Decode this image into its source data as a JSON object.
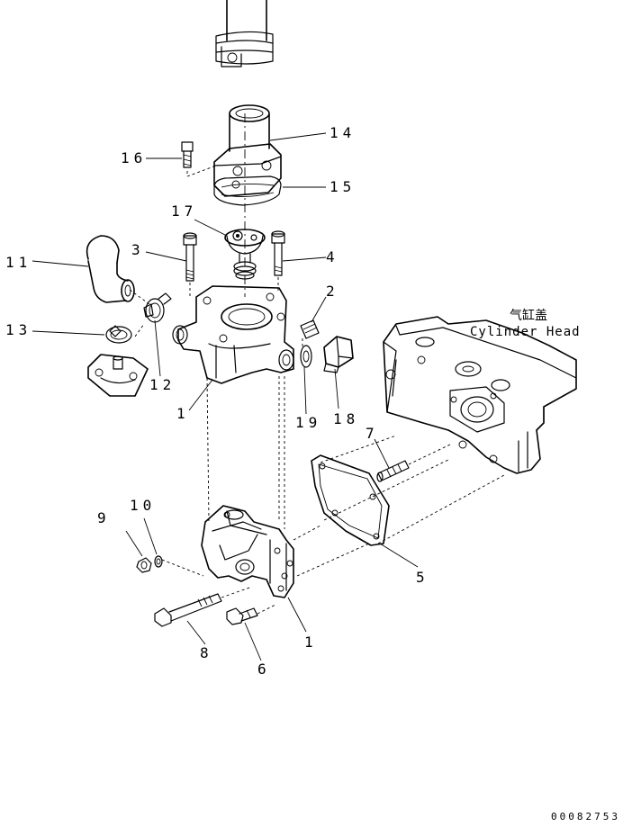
{
  "callouts": {
    "p1a": "1",
    "p1b": "1",
    "p2": "2",
    "p3": "3",
    "p4": "4",
    "p5": "5",
    "p6": "6",
    "p7": "7",
    "p8": "8",
    "p9": "9",
    "p10": "10",
    "p11": "11",
    "p12": "12",
    "p13": "13",
    "p14": "14",
    "p15": "15",
    "p16": "16",
    "p17": "17",
    "p18": "18",
    "p19": "19"
  },
  "cylinder_head": {
    "label_cn": "气缸盖",
    "label_en": "Cylinder Head"
  },
  "doc_number": "00082753"
}
